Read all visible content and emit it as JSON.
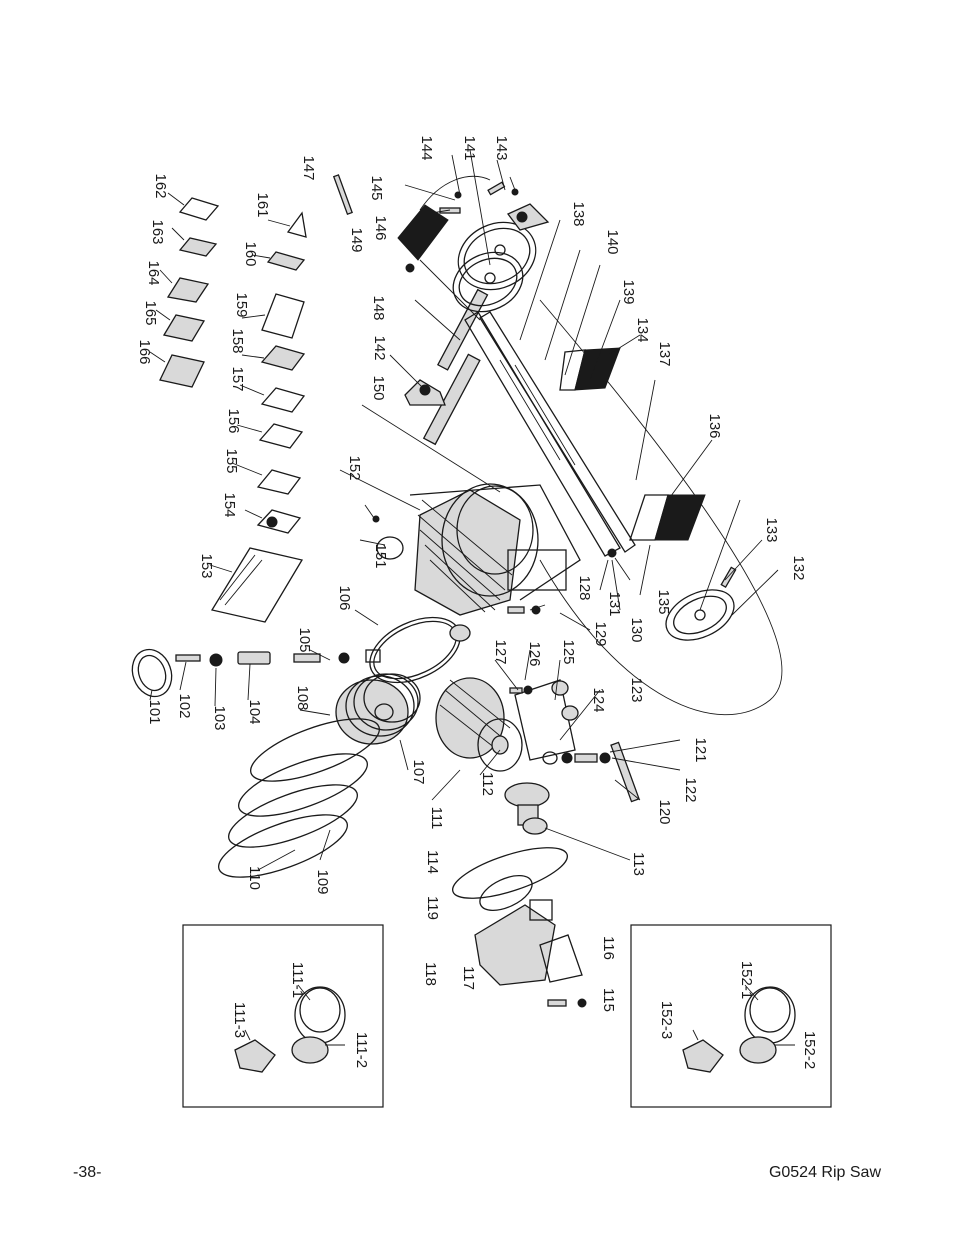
{
  "footer": {
    "page_number": "-38-",
    "model": "G0524 Rip Saw"
  },
  "callouts": [
    "101",
    "102",
    "103",
    "104",
    "105",
    "106",
    "107",
    "108",
    "109",
    "110",
    "111",
    "112",
    "113",
    "114",
    "115",
    "116",
    "117",
    "118",
    "119",
    "120",
    "121",
    "122",
    "123",
    "124",
    "125",
    "126",
    "127",
    "128",
    "129",
    "130",
    "131",
    "132",
    "133",
    "134",
    "135",
    "136",
    "137",
    "138",
    "139",
    "140",
    "141",
    "142",
    "143",
    "144",
    "145",
    "146",
    "147",
    "148",
    "149",
    "150",
    "151",
    "152",
    "153",
    "154",
    "155",
    "156",
    "157",
    "158",
    "159",
    "160",
    "161",
    "162",
    "163",
    "164",
    "165",
    "166",
    "111-1",
    "111-2",
    "111-3",
    "152-1",
    "152-2",
    "152-3"
  ]
}
